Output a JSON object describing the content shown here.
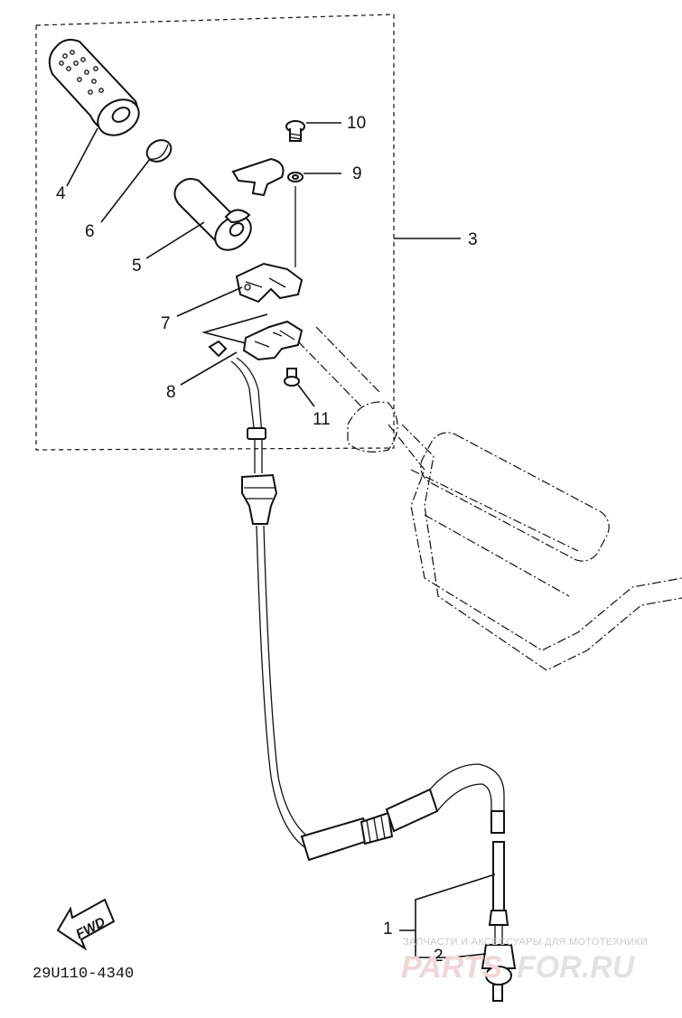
{
  "callouts": {
    "c1": "1",
    "c2": "2",
    "c3": "3",
    "c4": "4",
    "c5": "5",
    "c6": "6",
    "c7": "7",
    "c8": "8",
    "c9": "9",
    "c10": "10",
    "c11": "11"
  },
  "fwd_label": "FWD",
  "diagram_code": "29U110-4340",
  "watermark": {
    "tagline": "ЗАПЧАСТИ И АКСЕССУАРЫ ДЛЯ МОТОТЕХНИКИ",
    "brand_left": "PARTS",
    "brand_right": "FOR.RU"
  }
}
